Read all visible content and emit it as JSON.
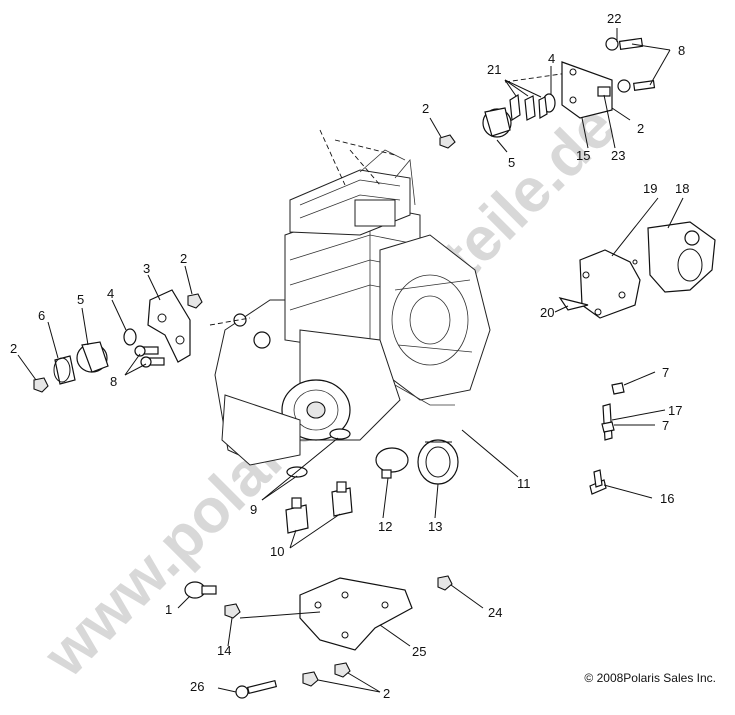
{
  "watermark": "www.polaris-ersatzteile.de",
  "copyright": "© 2008Polaris Sales Inc.",
  "callouts": [
    {
      "id": "c22",
      "text": "22"
    },
    {
      "id": "c8a",
      "text": "8"
    },
    {
      "id": "c4a",
      "text": "4"
    },
    {
      "id": "c21",
      "text": "21"
    },
    {
      "id": "c2a",
      "text": "2"
    },
    {
      "id": "c2b",
      "text": "2"
    },
    {
      "id": "c5a",
      "text": "5"
    },
    {
      "id": "c15",
      "text": "15"
    },
    {
      "id": "c23",
      "text": "23"
    },
    {
      "id": "c19",
      "text": "19"
    },
    {
      "id": "c18",
      "text": "18"
    },
    {
      "id": "c20",
      "text": "20"
    },
    {
      "id": "c3",
      "text": "3"
    },
    {
      "id": "c2c",
      "text": "2"
    },
    {
      "id": "c6",
      "text": "6"
    },
    {
      "id": "c5b",
      "text": "5"
    },
    {
      "id": "c4b",
      "text": "4"
    },
    {
      "id": "c2d",
      "text": "2"
    },
    {
      "id": "c8b",
      "text": "8"
    },
    {
      "id": "c7a",
      "text": "7"
    },
    {
      "id": "c17",
      "text": "17"
    },
    {
      "id": "c7b",
      "text": "7"
    },
    {
      "id": "c16",
      "text": "16"
    },
    {
      "id": "c11",
      "text": "11"
    },
    {
      "id": "c9",
      "text": "9"
    },
    {
      "id": "c12",
      "text": "12"
    },
    {
      "id": "c13",
      "text": "13"
    },
    {
      "id": "c10",
      "text": "10"
    },
    {
      "id": "c1",
      "text": "1"
    },
    {
      "id": "c14",
      "text": "14"
    },
    {
      "id": "c24",
      "text": "24"
    },
    {
      "id": "c25",
      "text": "25"
    },
    {
      "id": "c26",
      "text": "26"
    },
    {
      "id": "c2e",
      "text": "2"
    }
  ]
}
